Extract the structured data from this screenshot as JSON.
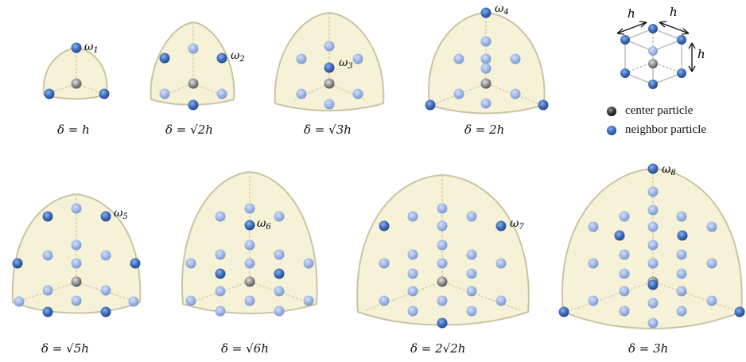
{
  "panels": [
    {
      "caption": "δ = h",
      "weight_label": "ω1",
      "weight_sub": "1"
    },
    {
      "caption": "δ = √2h",
      "weight_label": "ω2",
      "weight_sub": "2"
    },
    {
      "caption": "δ = √3h",
      "weight_label": "ω3",
      "weight_sub": "3"
    },
    {
      "caption": "δ = 2h",
      "weight_label": "ω4",
      "weight_sub": "4"
    },
    {
      "caption": "δ = √5h",
      "weight_label": "ω5",
      "weight_sub": "5"
    },
    {
      "caption": "δ = √6h",
      "weight_label": "ω6",
      "weight_sub": "6"
    },
    {
      "caption": "δ = 2√2h",
      "weight_label": "ω7",
      "weight_sub": "7"
    },
    {
      "caption": "δ = 3h",
      "weight_label": "ω8",
      "weight_sub": "8"
    }
  ],
  "legend": {
    "spacing_label": "h",
    "center_label": "center particle",
    "neighbor_label": "neighbor particle"
  },
  "colors": {
    "dome_fill": "#f6f2d8",
    "dome_stroke": "#c9c4a2",
    "neighbor_dark": "#3f6fbf",
    "neighbor_light": "#9db5e4",
    "center": "#8a8a8a"
  }
}
